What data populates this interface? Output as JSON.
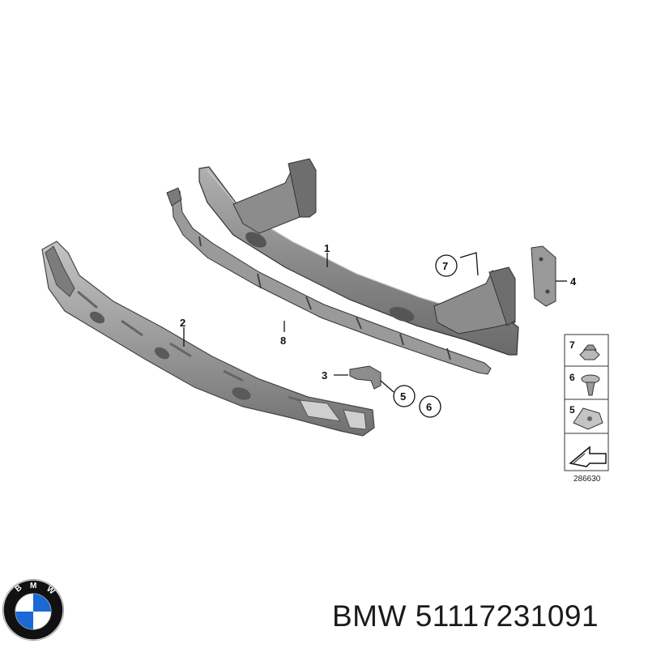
{
  "callouts": {
    "c1": "1",
    "c2": "2",
    "c3": "3",
    "c4": "4",
    "c8": "8",
    "circle5": "5",
    "circle6": "6",
    "circle7": "7"
  },
  "legend": {
    "items": [
      {
        "number": "7",
        "icon": "hex-nut-icon"
      },
      {
        "number": "6",
        "icon": "expanding-rivet-icon"
      },
      {
        "number": "5",
        "icon": "spring-nut-clip-icon"
      }
    ],
    "arrow_icon": "direction-arrow-icon",
    "drawing_number": "286630"
  },
  "caption": {
    "brand": "BMW",
    "part_number": "51117231091"
  },
  "logo": {
    "name": "bmw-roundel-logo",
    "lettering": "BMW",
    "colors": {
      "blue": "#1c69d4",
      "black": "#111111",
      "white": "#ffffff"
    }
  },
  "colors": {
    "part_fill": "#8a8a8a",
    "part_dark": "#5f5f5f",
    "part_light": "#b4b4b4",
    "line": "#222222"
  }
}
